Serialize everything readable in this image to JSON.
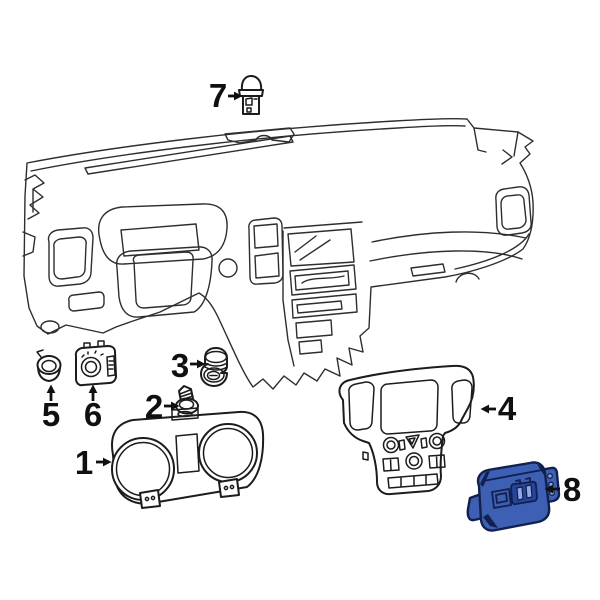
{
  "colors": {
    "background": "#ffffff",
    "line": "#2e2e2e",
    "part_line": "#1c1c1c",
    "label": "#101010",
    "highlight_fill": "#3d5fb4",
    "highlight_dark": "#26449c",
    "highlight_outline": "#11204e",
    "highlight_slot": "#93a9e0"
  },
  "callouts": [
    {
      "number": "1",
      "part": "instrument-cluster",
      "arrow": "right"
    },
    {
      "number": "2",
      "part": "cluster-mounting-screw",
      "arrow": "right"
    },
    {
      "number": "3",
      "part": "ignition-switch",
      "arrow": "right"
    },
    {
      "number": "4",
      "part": "center-stack-bezel",
      "arrow": "left"
    },
    {
      "number": "5",
      "part": "push-button-switch",
      "arrow": "up"
    },
    {
      "number": "6",
      "part": "headlamp-switch",
      "arrow": "up"
    },
    {
      "number": "7",
      "part": "indicator-bulb-socket",
      "arrow": "right"
    },
    {
      "number": "8",
      "part": "highlighted-control-module",
      "arrow": "left"
    }
  ]
}
